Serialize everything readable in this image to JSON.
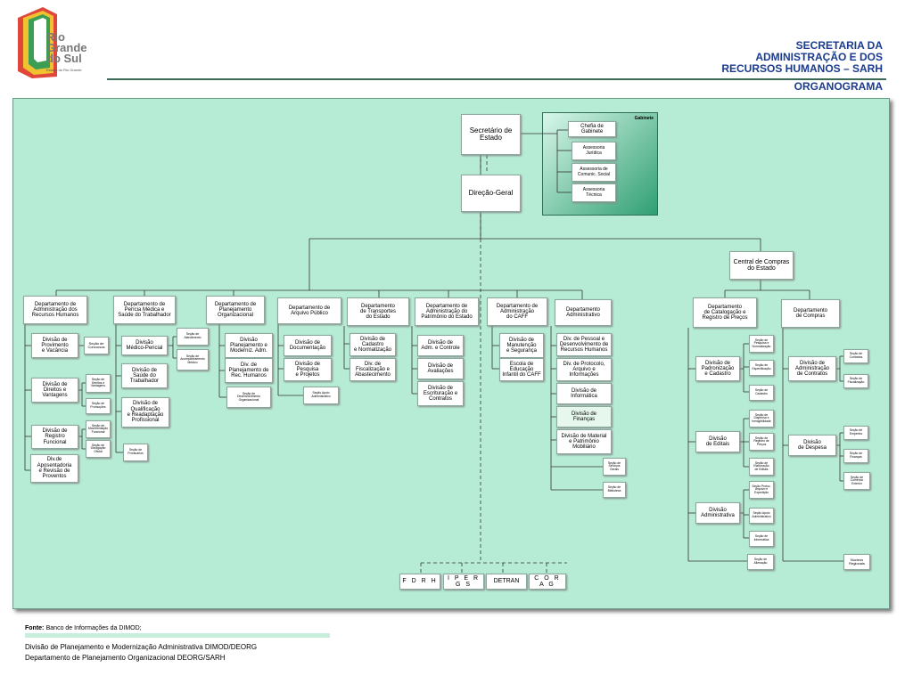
{
  "header": {
    "title_lines": [
      "SECRETARIA DA",
      "ADMINISTRAÇÃO E DOS",
      "RECURSOS HUMANOS – SARH"
    ],
    "subtitle": "ORGANOGRAMA"
  },
  "logo": {
    "lines": [
      "Rio",
      "Grande",
      "do Sul"
    ],
    "tagline": "Estado do Rio Grande"
  },
  "chart": {
    "secretario": "Secretário de\nEstado",
    "direcao": "Direção-Geral",
    "gabinete": {
      "label": "Gabinete",
      "items": [
        "Chefia de Gabinete",
        "Assessoria\nJurídica",
        "Assessoria de\nComunic. Social",
        "Assessoria\nTécnica"
      ]
    },
    "central_compras": "Central de Compras\ndo Estado",
    "departments": [
      "Departamento de\nAdministração dos\nRecursos Humanos",
      "Departamento de\nPerícia Médica e\nSaúde do Trabalhador",
      "Departamento de\nPlanejamento\nOrganizacional",
      "Departamento de\nArquivo Público",
      "Departamento\nde Transportes\ndo Estado",
      "Departamento de\nAdministração do\nPatrimônio do Estado",
      "Departamento de\nAdministração\ndo CAFF",
      "Departamento\nAdministrativo",
      "Departamento\nde Catalogação e\nRegistro de Preços",
      "Departamento\nde Compras"
    ],
    "drh": {
      "divisions": [
        "Divisão de\nProvimento\ne Vacância",
        "Divisão de\nDireitos e\nVantagens",
        "Divisão de\nRegistro\nFuncional",
        "Div.de\nAposentadoria\ne Revisão de\nProventos"
      ],
      "sections": [
        "Seção de\nConcursos",
        "Seção de\nDireitos e\nVantagens",
        "Seção de\nPromoções",
        "Seção de\nMovimentação\nFuncional",
        "Seção de\nDivulgação\nOficial"
      ]
    },
    "pericia": {
      "divisions": [
        "Divisão\nMédico-Pericial",
        "Divisão de\nSaúde do\nTrabalhador",
        "Divisão de\nQualificação\ne Readaptação\nProfissional"
      ],
      "sections": [
        "Seção de\nAtendimento",
        "Seção de\nAcompanhamento\nMédico",
        "Seção de\nProntuários"
      ]
    },
    "planej": {
      "divisions": [
        "Divisão\nPlanejamento e\nModerniz. Adm.",
        "Div. de\nPlanejamento de\nRec. Humanos"
      ],
      "sections": [
        "Seção de\nDesenvolvimento\nOrganizacional"
      ]
    },
    "arquivo": {
      "divisions": [
        "Divisão de\nDocumentação",
        "Divisão de\nPesquisa\ne Projetos"
      ],
      "sections": [
        "Seção Apoio\nAdministrativo"
      ]
    },
    "transportes": {
      "divisions": [
        "Divisão de\nCadastro\ne Normatização",
        "Div. de\nFiscalização e\nAbastecimento"
      ]
    },
    "patrimonio": {
      "divisions": [
        "Divisão de\nAdm. e Controle",
        "Divisão de\nAvaliações",
        "Divisão de\nEscrituração e\nContratos"
      ]
    },
    "caff": {
      "divisions": [
        "Divisão de\nManutenção\ne Segurança",
        "Escola de\nEducação\nInfantil do CAFF"
      ]
    },
    "administrativo": {
      "divisions": [
        "Div. de Pessoal e\nDesenvolvimento de\nRecursos Humanos",
        "Div. de Protocolo,\nArquivo e\nInformações",
        "Divisão de\nInformática",
        "Divisão de\nFinanças",
        "Divisão de Material\ne Patrimônio\nMobiliário"
      ],
      "sections": [
        "Seção de\nServiços\nGerais",
        "Seção de\nBiblioteca"
      ]
    },
    "catalogacao": {
      "divisions": [
        "Divisão de\nPadronização\ne Cadastro",
        "Divisão\nde Editais",
        "Divisão\nAdministrativa"
      ],
      "sections": [
        "Seção de\nPesquisa e\nNormatização",
        "Seção de\nEspecificação",
        "Seção de\nCadastro",
        "Seção de\nDispensa e\nInexigibilidade",
        "Seção de\nRegistro de\nPreços",
        "Seção de\nElaboração\nde Editais",
        "Seção Protoc.\nArquivo e\nExpedição",
        "Seção Apoio\nAdministrativo",
        "Seção de\nInformática",
        "Seção de\nAlienação"
      ]
    },
    "compras": {
      "divisions": [
        "Divisão de\nAdministração\nde Contratos",
        "Divisão\nde Despesa"
      ],
      "sections": [
        "Seção de\nContratos",
        "Seção de\nFiscalização",
        "Seção de\nEmpenho",
        "Seção de\nFinanças",
        "Seção de\nComércio\nExterior",
        "Núcleos\nRegionais"
      ]
    },
    "entities": [
      "F D R H",
      "I P E R G S",
      "DETRAN",
      "C O R A G"
    ]
  },
  "footer": {
    "fonte_label": "Fonte:",
    "fonte_text": "Banco de Informações da DIMOD;",
    "lines": [
      "Divisão de Planejamento e Modernização Administrativa DIMOD/DEORG",
      "Departamento de Planejamento Organizacional DEORG/SARH"
    ]
  }
}
